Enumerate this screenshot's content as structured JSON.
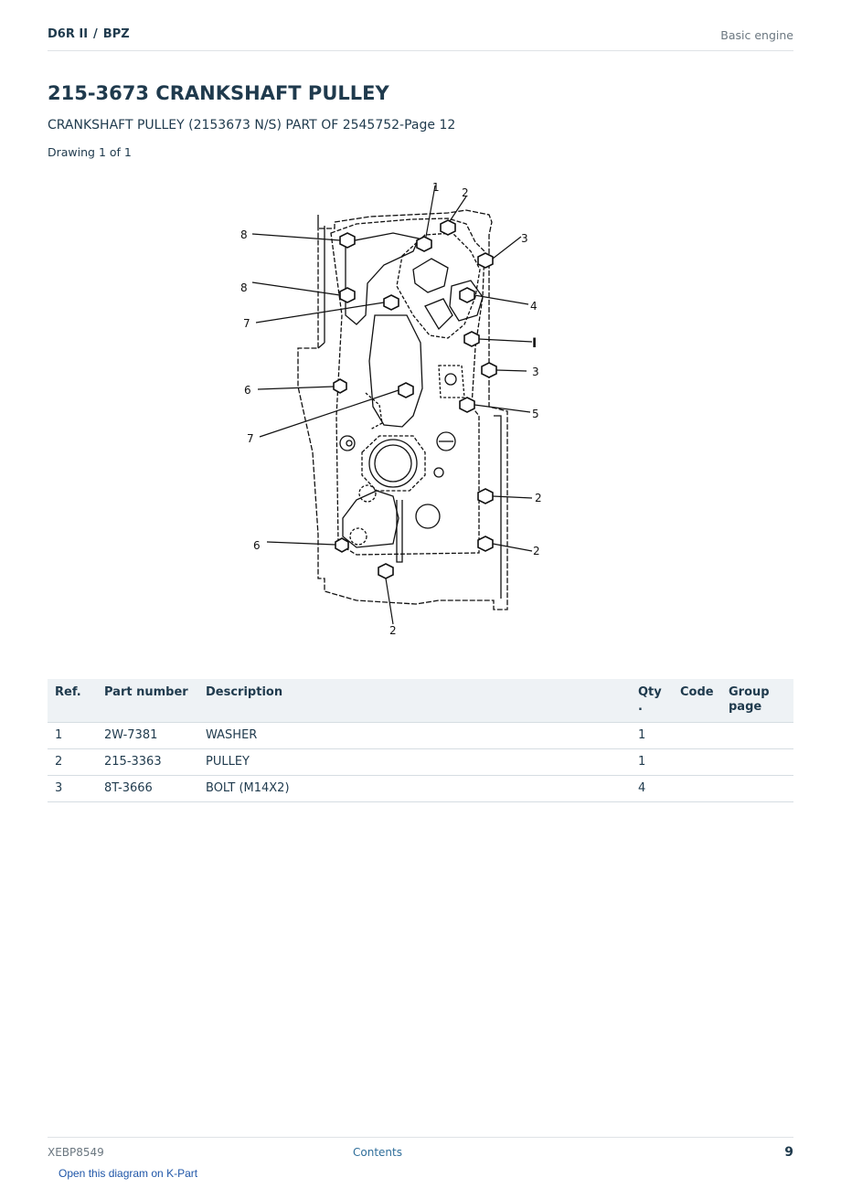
{
  "header": {
    "model": "D6R II",
    "separator": "/",
    "serial_prefix": "BPZ",
    "section": "Basic engine"
  },
  "title": "215-3673 CRANKSHAFT PULLEY",
  "subtitle": "CRANKSHAFT PULLEY (2153673 N/S) PART OF 2545752-Page 12",
  "drawing_count": "Drawing 1 of 1",
  "diagram": {
    "callouts": [
      "1",
      "2",
      "3",
      "8",
      "8",
      "4",
      "7",
      "I",
      "3",
      "6",
      "5",
      "7",
      "2",
      "6",
      "2",
      "2"
    ]
  },
  "table": {
    "headers": {
      "ref": "Ref.",
      "part_number": "Part number",
      "description": "Description",
      "qty_line1": "Qty",
      "qty_line2": ".",
      "code": "Code",
      "group_page_line1": "Group",
      "group_page_line2": "page"
    },
    "rows": [
      {
        "ref": "1",
        "part_number": "2W-7381",
        "description": "WASHER",
        "qty": "1",
        "code": "",
        "group_page": ""
      },
      {
        "ref": "2",
        "part_number": "215-3363",
        "description": "PULLEY",
        "qty": "1",
        "code": "",
        "group_page": ""
      },
      {
        "ref": "3",
        "part_number": "8T-3666",
        "description": "BOLT (M14X2)",
        "qty": "4",
        "code": "",
        "group_page": ""
      }
    ]
  },
  "footer": {
    "doc_id": "XEBP8549",
    "contents_link": "Contents",
    "page_number": "9"
  },
  "kpart_link": "Open this diagram on K-Part"
}
